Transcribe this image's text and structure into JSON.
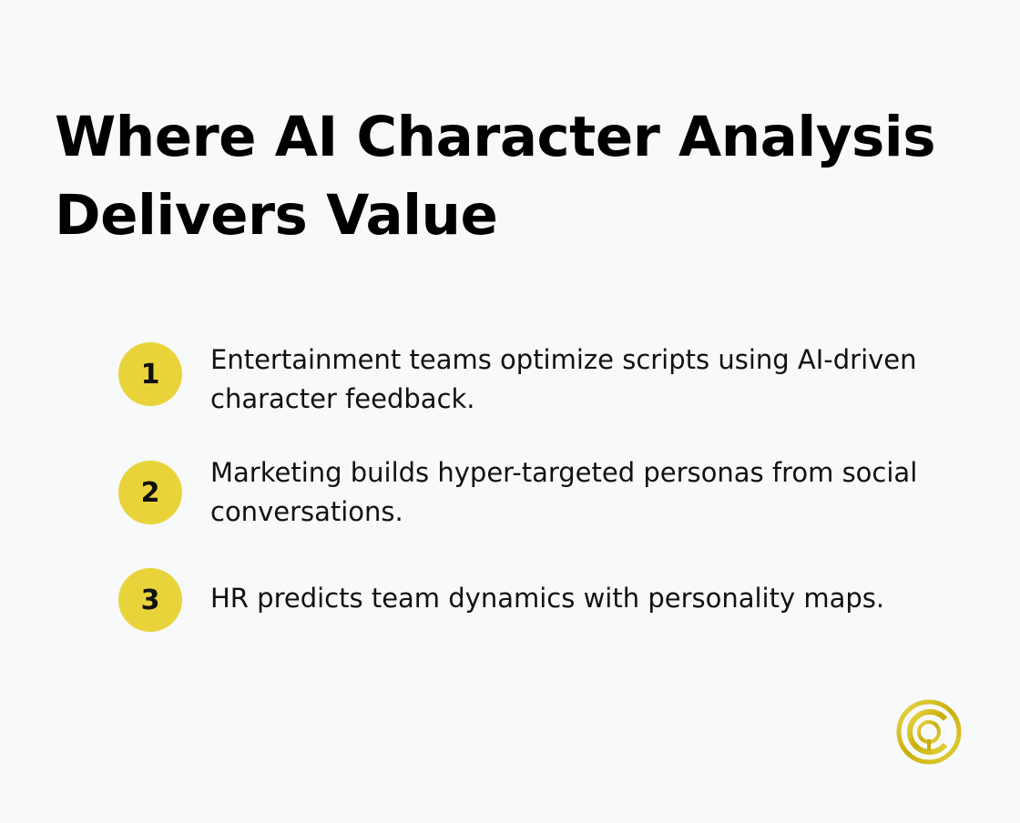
{
  "title": "Where AI Character Analysis Delivers Value",
  "items": [
    {
      "number": "1",
      "text": "Entertainment teams optimize scripts using AI-driven character feedback."
    },
    {
      "number": "2",
      "text": "Marketing builds hyper-targeted personas from social conversations."
    },
    {
      "number": "3",
      "text": "HR predicts team dynamics with personality maps."
    }
  ],
  "colors": {
    "background": "#f7f9fb",
    "badge": "#e8d43a",
    "logo_gold": "#c9b20f",
    "text": "#000000"
  },
  "logo": {
    "icon": "gold-cq-logo-icon"
  }
}
